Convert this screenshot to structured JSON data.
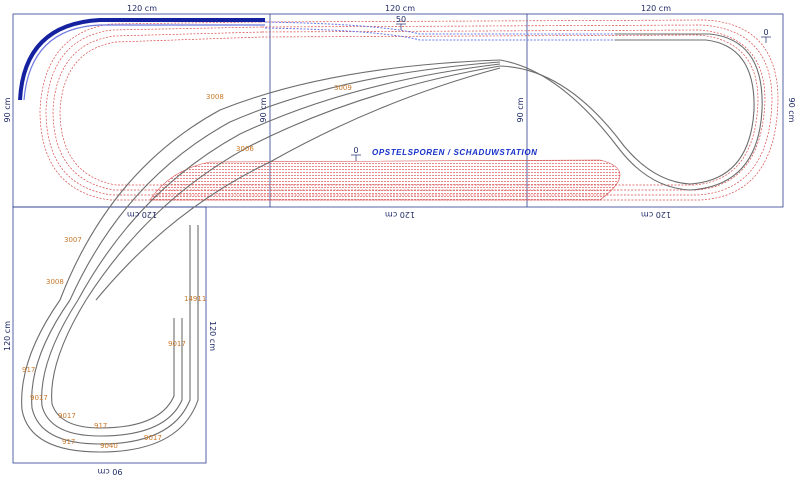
{
  "board": {
    "dims": {
      "top_left": "120 cm",
      "top_mid": "120 cm",
      "top_right": "120 cm",
      "left_upper": "90 cm",
      "mid_a": "90 cm",
      "mid_b": "90 cm",
      "right": "90 cm",
      "bottom_left": "120 cm",
      "bottom_mid": "120 cm",
      "bottom_right": "120 cm",
      "left_lower": "120 cm",
      "inner_lower": "120 cm",
      "bottom_lower": "90 cm"
    },
    "level_marks": [
      "50",
      "0",
      "0"
    ],
    "title": "OPSTELSPOREN / SCHADUWSTATION",
    "track_labels": [
      "3008",
      "3006",
      "3009",
      "3007",
      "3008",
      "917",
      "9017",
      "9017",
      "917",
      "917",
      "9040",
      "9017",
      "14911",
      "9017"
    ]
  },
  "colors": {
    "frame": "#2c3d8f",
    "grey_track": "#6d6d6d",
    "red_track": "#d94a4a",
    "blue_track": "#1522a0",
    "label": "#c8782a"
  }
}
